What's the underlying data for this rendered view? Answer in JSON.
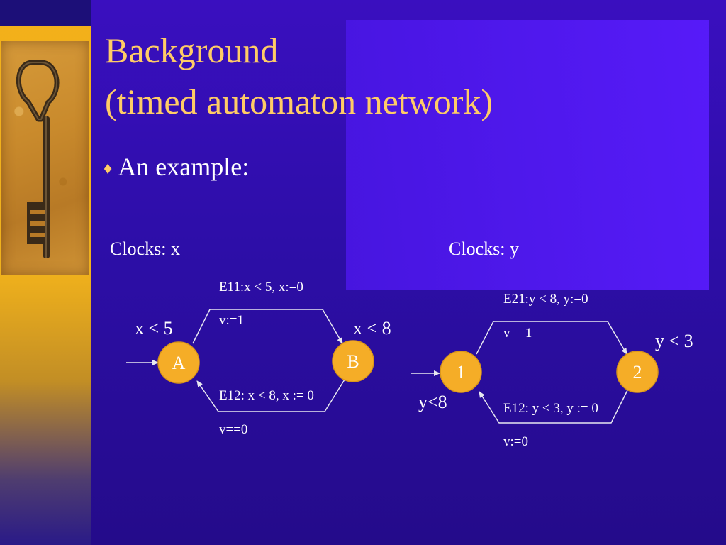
{
  "slide": {
    "title_line1": "Background",
    "title_line2": "(timed automaton network)",
    "bullet_symbol": "♦",
    "bullet_text": "An example:"
  },
  "automaton1": {
    "clocks_label": "Clocks: x",
    "node_a": "A",
    "node_b": "B",
    "invariant_a": "x < 5",
    "invariant_b": "x < 8",
    "edge_top_label": "E11:x < 5, x:=0",
    "edge_top_update": "v:=1",
    "edge_bottom_label": "E12: x < 8, x := 0",
    "edge_bottom_update": "v==0"
  },
  "automaton2": {
    "clocks_label": "Clocks: y",
    "node_1": "1",
    "node_2": "2",
    "invariant_1": "y<8",
    "invariant_2": "y < 3",
    "edge_top_label": "E21:y < 8, y:=0",
    "edge_top_update": "v==1",
    "edge_bottom_label": "E12: y < 3, y := 0",
    "edge_bottom_update": "v:=0"
  },
  "colors": {
    "background": "#2d0ea8",
    "title": "#ffcc66",
    "node_fill": "#f5ad27",
    "text": "#ffffff"
  }
}
